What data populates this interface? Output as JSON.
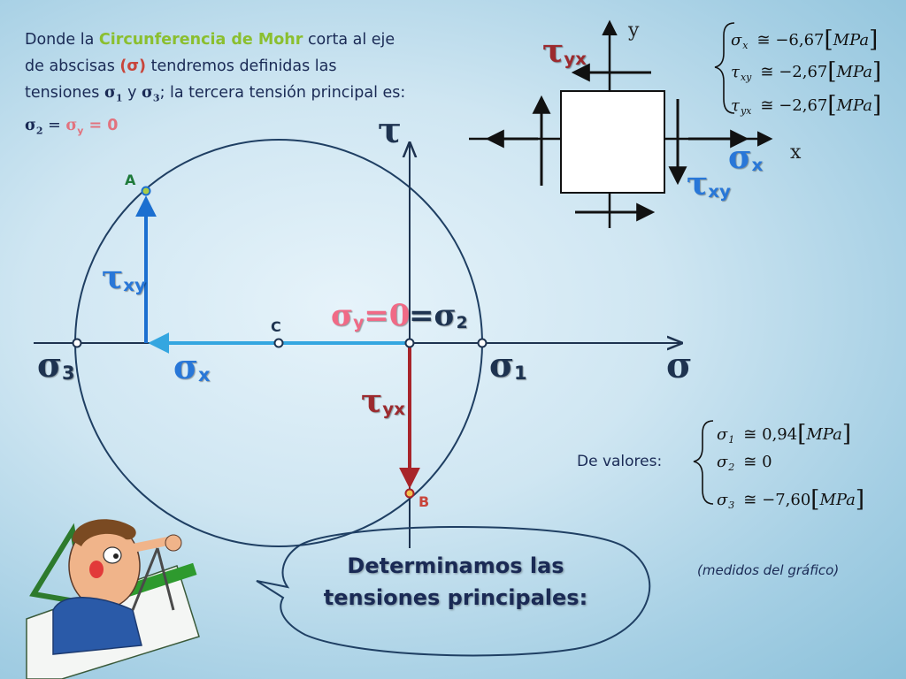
{
  "intro": {
    "p1": "Donde la ",
    "mohr": "Circunferencia de Mohr",
    "p2": " corta al eje de abscisas ",
    "sigma_paren": "(σ)",
    "p3": " tendremos definidas las tensiones ",
    "s1": "σ",
    "s1_sub": "1",
    "p4": " y ",
    "s3": "σ",
    "s3_sub": "3",
    "p5": "; la tercera tensión principal es: ",
    "s2": "σ",
    "s2_sub": "2",
    "p6": " = ",
    "sy": "σ",
    "sy_sub": "y",
    "p7": " = ",
    "zero": "0"
  },
  "mohr": {
    "tau_axis": "τ",
    "sigma_axis": "σ",
    "point_a": "A",
    "point_b": "B",
    "point_c": "C",
    "tau_xy_sym": "τ",
    "tau_xy_sub": "xy",
    "tau_yx_sym": "τ",
    "tau_yx_sub": "yx",
    "sigma_x_sym": "σ",
    "sigma_x_sub": "x",
    "sigma1_sym": "σ",
    "sigma1_sub": "1",
    "sigma3_sym": "σ",
    "sigma3_sub": "3",
    "sigma_y_sym": "σ",
    "sigma_y_sub": "y",
    "sigma_y_rest": "=0",
    "sigma2_eq": "=σ",
    "sigma2_sub": "2"
  },
  "element": {
    "y_label": "y",
    "x_label": "x",
    "tau_yx_sym": "τ",
    "tau_yx_sub": "yx",
    "sigma_x_sym": "σ",
    "sigma_x_sub": "x",
    "tau_xy_sym": "τ",
    "tau_xy_sub": "xy"
  },
  "given": [
    {
      "sym": "σ",
      "sub": "x",
      "rel": "≅",
      "val": "−6,67",
      "unit": "MPa"
    },
    {
      "sym": "τ",
      "sub": "xy",
      "rel": "≅",
      "val": "−2,67",
      "unit": "MPa"
    },
    {
      "sym": "τ",
      "sub": "yx",
      "rel": "≅",
      "val": "−2,67",
      "unit": "MPa"
    }
  ],
  "results": {
    "label": "De valores:",
    "rows": [
      {
        "sym": "σ",
        "sub": "1",
        "rel": "≅",
        "val": "0,94",
        "unit": "MPa"
      },
      {
        "sym": "σ",
        "sub": "2",
        "rel": "≅",
        "val": "0",
        "unit": ""
      },
      {
        "sym": "σ",
        "sub": "3",
        "rel": "≅",
        "val": "−7,60",
        "unit": "MPa"
      }
    ]
  },
  "bubble": {
    "line1": "Determinamos las",
    "line2": "tensiones principales:"
  },
  "note": "(medidos del gráfico)",
  "colors": {
    "circle": "#1f3f63",
    "arrow_blue": "#1b6fd0",
    "arrow_light": "#34a6e0",
    "arrow_red": "#a8242a",
    "label_pink": "#f06a86",
    "label_blue": "#2877d8",
    "label_dark": "#1e3350",
    "label_maroon": "#9c2a2e"
  }
}
